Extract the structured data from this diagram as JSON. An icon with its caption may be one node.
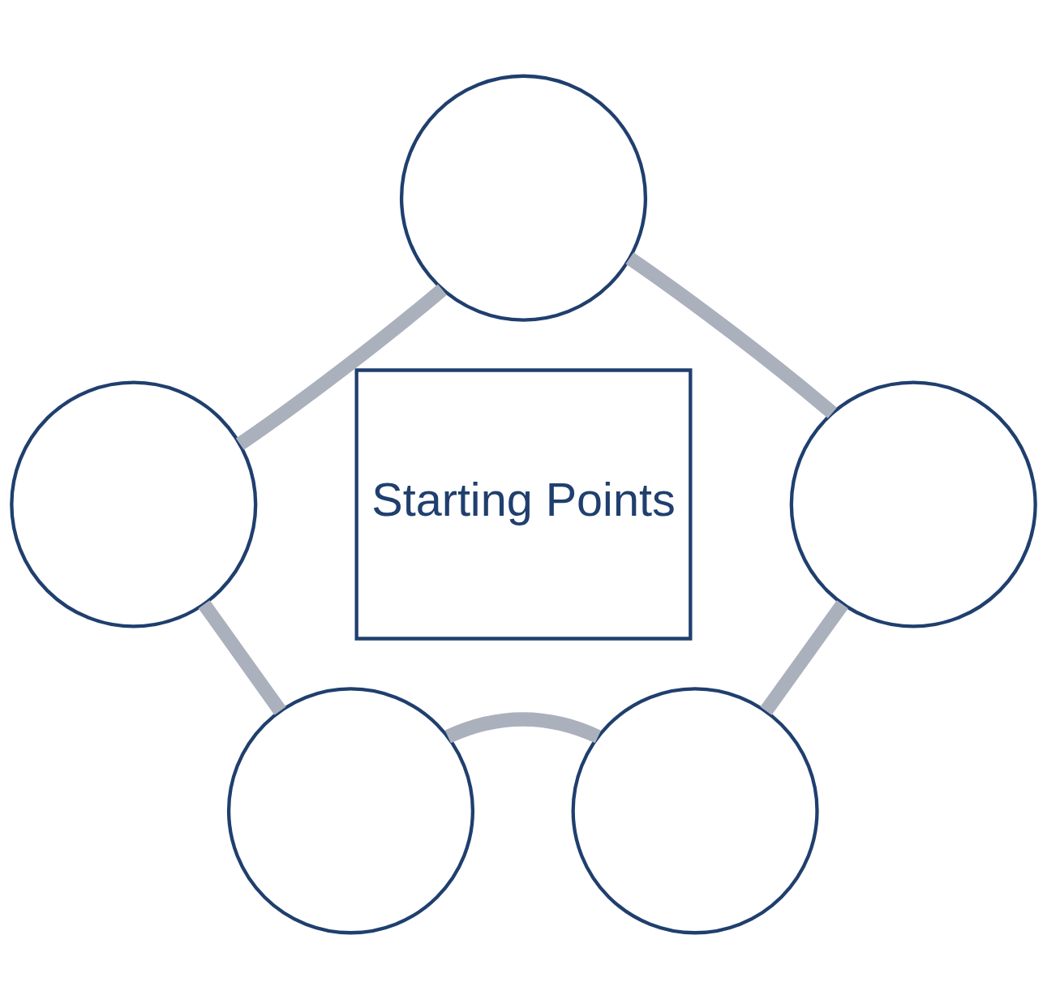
{
  "diagram": {
    "nodes": [
      {
        "text": [
          "Starting Points"
        ]
      },
      {
        "text": [],
        "shape": "circle"
      },
      {
        "text": [],
        "shape": "circle"
      },
      {
        "text": [],
        "shape": "circle"
      },
      {
        "text": [],
        "shape": "circle"
      },
      {
        "text": [],
        "shape": "circle"
      }
    ],
    "edges": [
      {
        "from": 1,
        "to": 3,
        "arrow": "none"
      },
      {
        "from": 3,
        "to": 5,
        "arrow": "none"
      },
      {
        "from": 5,
        "to": 4,
        "arrow": "none"
      },
      {
        "from": 4,
        "to": 2,
        "arrow": "none"
      },
      {
        "from": 2,
        "to": 1,
        "arrow": "none"
      }
    ]
  }
}
